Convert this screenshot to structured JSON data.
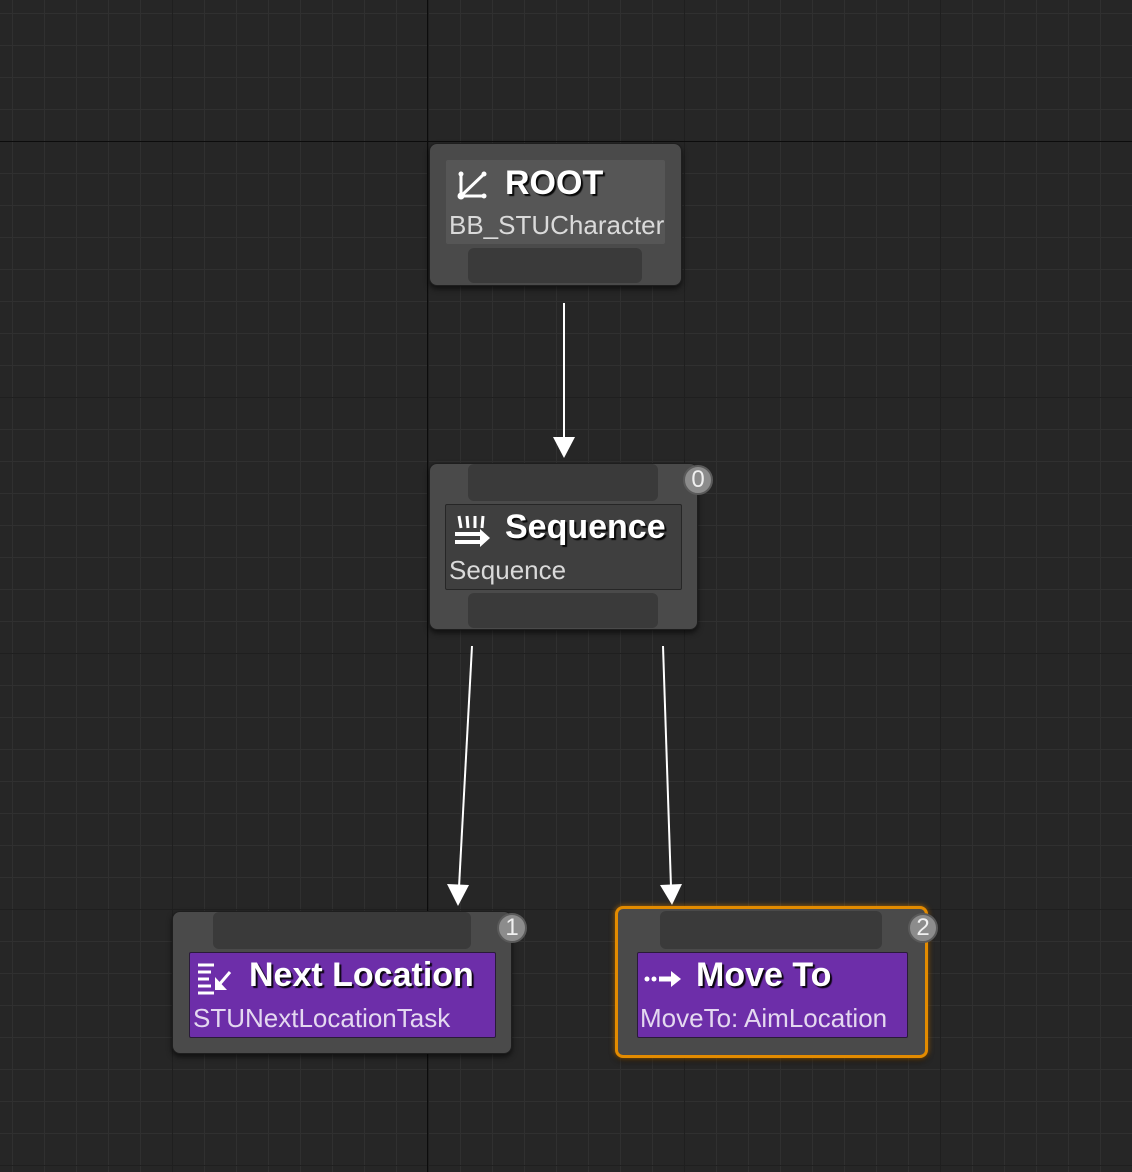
{
  "colors": {
    "background": "#262626",
    "node_body": "#4a4a4a",
    "task_purple": "#6d2ea9",
    "selected_outline": "#e38b00",
    "wire": "#ffffff"
  },
  "nodes": {
    "root": {
      "icon": "root-icon",
      "title": "ROOT",
      "subtitle": "BB_STUCharacter"
    },
    "sequence": {
      "icon": "sequence-icon",
      "title": "Sequence",
      "subtitle": "Sequence",
      "execution_index": "0"
    },
    "next_location": {
      "icon": "task-icon",
      "title": "Next Location",
      "subtitle": "STUNextLocationTask",
      "execution_index": "1"
    },
    "move_to": {
      "icon": "move-to-icon",
      "title": "Move To",
      "subtitle": "MoveTo: AimLocation",
      "execution_index": "2",
      "selected": true
    }
  }
}
